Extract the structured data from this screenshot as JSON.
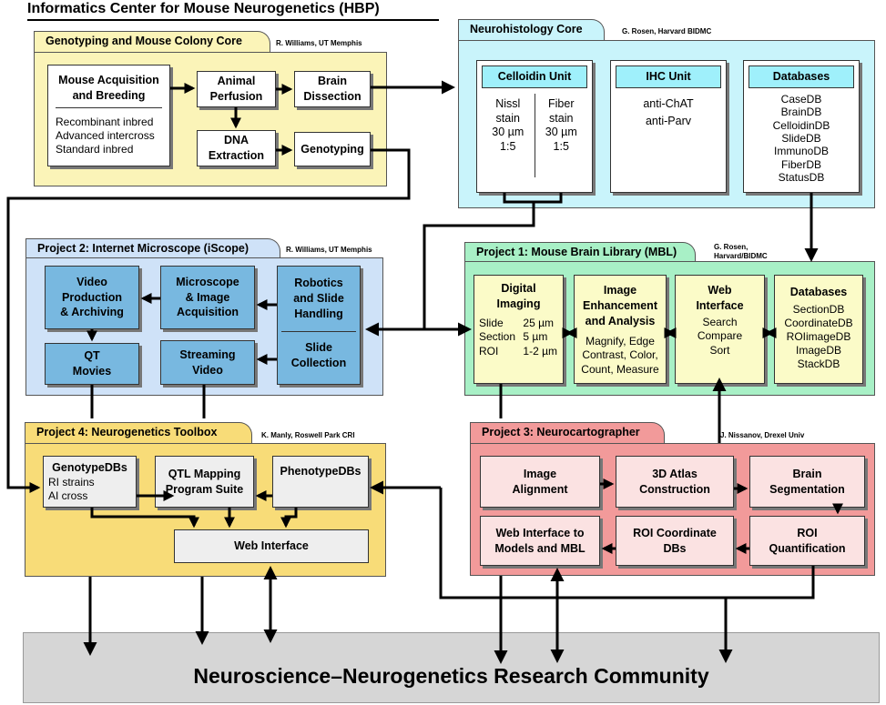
{
  "title": "Informatics Center for Mouse Neurogenetics (HBP)",
  "colors": {
    "genotyping_bg": "#fbf4b8",
    "neurohisto_bg": "#c9f4fb",
    "mbl_bg": "#a8f0c6",
    "iscope_bg": "#cfe2f8",
    "toolbox_bg": "#f8dc78",
    "cartographer_bg": "#f29a9a",
    "community_bg": "#d6d6d6"
  },
  "genotyping": {
    "tab": "Genotyping and Mouse Colony Core",
    "credit": "R. Williams, UT Memphis",
    "acquisition_title": "Mouse Acquisition\nand Breeding",
    "acquisition_list": "Recombinant inbred\nAdvanced intercross\nStandard inbred",
    "perfusion": "Animal\nPerfusion",
    "dissection": "Brain\nDissection",
    "dna": "DNA\nExtraction",
    "genotyping": "Genotyping"
  },
  "neurohisto": {
    "tab": "Neurohistology Core",
    "credit": "G. Rosen, Harvard BIDMC",
    "celloidin_title": "Celloidin Unit",
    "nissl": "Nissl\nstain\n30 µm\n1:5",
    "fiber": "Fiber\nstain\n30 µm\n1:5",
    "ihc_title": "IHC Unit",
    "ihc_list": "anti-ChAT\nanti-Parv",
    "db_title": "Databases",
    "db_list": "CaseDB\nBrainDB\nCelloidinDB\nSlideDB\nImmunoDB\nFiberDB\nStatusDB"
  },
  "iscope": {
    "tab": "Project 2: Internet Microscope (iScope)",
    "credit": "R. Williams, UT Memphis",
    "video_prod": "Video\nProduction\n& Archiving",
    "microscope": "Microscope\n& Image\nAcquisition",
    "robotics": "Robotics\nand Slide\nHandling",
    "slide_collection": "Slide\nCollection",
    "qt_movies": "QT\nMovies",
    "streaming": "Streaming\nVideo"
  },
  "mbl": {
    "tab": "Project 1: Mouse Brain Library (MBL)",
    "credit": "G. Rosen,\nHarvard/BIDMC",
    "imaging_title": "Digital\nImaging",
    "imaging_rows": "Slide\nSection\nROI",
    "imaging_vals": "25 µm\n5 µm\n1-2 µm",
    "enhance_title": "Image\nEnhancement\nand Analysis",
    "enhance_body": "Magnify, Edge\nContrast, Color,\nCount, Measure",
    "web_title": "Web\nInterface",
    "web_body": "Search\nCompare\nSort",
    "db_title": "Databases",
    "db_list": "SectionDB\nCoordinateDB\nROIimageDB\nImageDB\nStackDB"
  },
  "toolbox": {
    "tab": "Project 4: Neurogenetics Toolbox",
    "credit": "K. Manly, Roswell Park CRI",
    "genotype_title": "GenotypeDBs",
    "genotype_body": "RI strains\nAI cross",
    "qtl": "QTL Mapping\nProgram Suite",
    "phenotype": "PhenotypeDBs",
    "web": "Web Interface"
  },
  "cartographer": {
    "tab": "Project 3: Neurocartographer",
    "credit": "J. Nissanov, Drexel Univ",
    "alignment": "Image\nAlignment",
    "atlas": "3D Atlas\nConstruction",
    "segmentation": "Brain\nSegmentation",
    "web_models": "Web Interface to\nModels and MBL",
    "roi_db": "ROI Coordinate\nDBs",
    "roi_quant": "ROI\nQuantification"
  },
  "community": "Neuroscience–Neurogenetics Research Community"
}
